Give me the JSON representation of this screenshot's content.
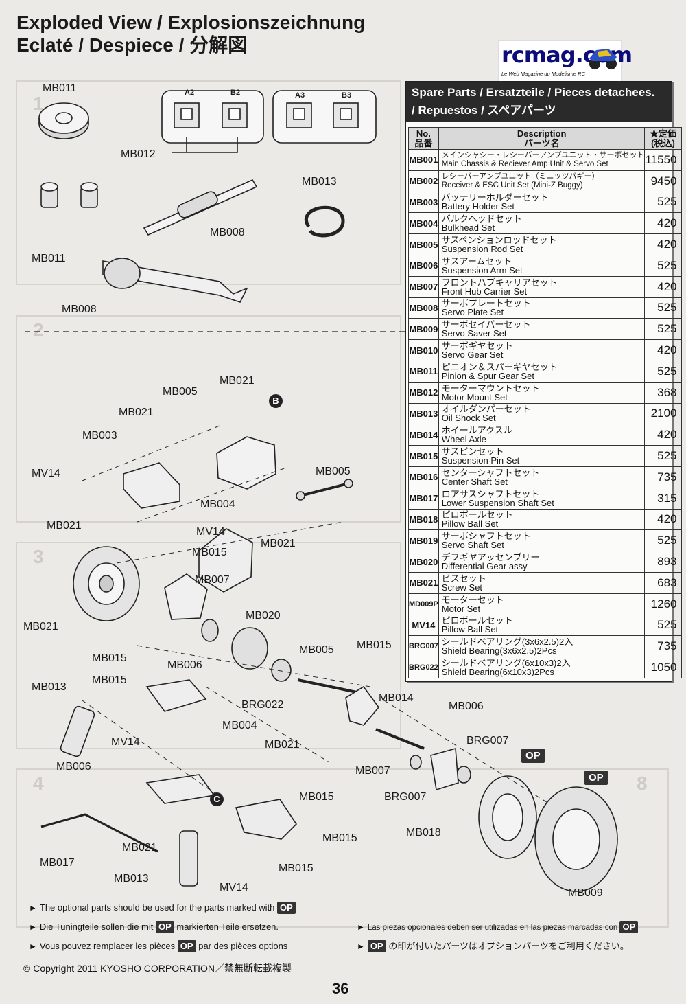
{
  "title": {
    "line1": "Exploded View  /  Explosionszeichnung",
    "line2": "Eclaté  /  Despiece  /  分解図"
  },
  "logo": {
    "main": "rcmag.com",
    "tagline": "Le Web Magazine du Modelisme RC"
  },
  "spare_parts": {
    "heading_line1": "Spare Parts / Ersatzteile / Pieces detachees.",
    "heading_line2": "/ Repuestos  / スペアパーツ",
    "col_no": "No.",
    "col_no_jp": "品番",
    "col_desc": "Description",
    "col_desc_jp": "パーツ名",
    "col_price": "★定価",
    "col_price_jp": "(税込)",
    "rows": [
      {
        "no": "MB001",
        "jp": "メインシャシー・レシーバーアンプユニット・サーボセット",
        "en": "Main Chassis & Reciever Amp Unit & Servo Set",
        "price": "11550"
      },
      {
        "no": "MB002",
        "jp": "レシーバーアンプユニット（ミニッツバギー）",
        "en": "Receiver & ESC Unit Set (Mini-Z Buggy)",
        "price": "9450"
      },
      {
        "no": "MB003",
        "jp": "バッテリーホルダーセット",
        "en": "Battery Holder Set",
        "price": "525"
      },
      {
        "no": "MB004",
        "jp": "バルクヘッドセット",
        "en": "Bulkhead Set",
        "price": "420"
      },
      {
        "no": "MB005",
        "jp": "サスペンションロッドセット",
        "en": "Suspension Rod Set",
        "price": "420"
      },
      {
        "no": "MB006",
        "jp": "サスアームセット",
        "en": "Suspension Arm Set",
        "price": "525"
      },
      {
        "no": "MB007",
        "jp": "フロントハブキャリアセット",
        "en": "Front Hub Carrier Set",
        "price": "420"
      },
      {
        "no": "MB008",
        "jp": "サーボプレートセット",
        "en": "Servo Plate Set",
        "price": "525"
      },
      {
        "no": "MB009",
        "jp": "サーボセイバーセット",
        "en": "Servo Saver Set",
        "price": "525"
      },
      {
        "no": "MB010",
        "jp": "サーボギヤセット",
        "en": "Servo Gear Set",
        "price": "420"
      },
      {
        "no": "MB011",
        "jp": "ピニオン＆スパーギヤセット",
        "en": "Pinion & Spur Gear Set",
        "price": "525"
      },
      {
        "no": "MB012",
        "jp": "モーターマウントセット",
        "en": "Motor Mount Set",
        "price": "368"
      },
      {
        "no": "MB013",
        "jp": "オイルダンパーセット",
        "en": "Oil Shock Set",
        "price": "2100"
      },
      {
        "no": "MB014",
        "jp": "ホイールアクスル",
        "en": "Wheel Axle",
        "price": "420"
      },
      {
        "no": "MB015",
        "jp": "サスピンセット",
        "en": "Suspension Pin Set",
        "price": "525"
      },
      {
        "no": "MB016",
        "jp": "センターシャフトセット",
        "en": "Center Shaft Set",
        "price": "735"
      },
      {
        "no": "MB017",
        "jp": "ロアサスシャフトセット",
        "en": "Lower Suspension Shaft Set",
        "price": "315"
      },
      {
        "no": "MB018",
        "jp": "ピロボールセット",
        "en": "Pillow Ball Set",
        "price": "420"
      },
      {
        "no": "MB019",
        "jp": "サーボシャフトセット",
        "en": "Servo Shaft Set",
        "price": "525"
      },
      {
        "no": "MB020",
        "jp": "デフギヤアッセンブリー",
        "en": "Differential Gear assy",
        "price": "893"
      },
      {
        "no": "MB021",
        "jp": "ビスセット",
        "en": "Screw Set",
        "price": "683"
      },
      {
        "no": "MD009P",
        "jp": "モーターセット",
        "en": "Motor Set",
        "price": "1260"
      },
      {
        "no": "MV14",
        "jp": "ピロボールセット",
        "en": "Pillow Ball Set",
        "price": "525"
      },
      {
        "no": "BRG007",
        "jp": "シールドベアリング(3x6x2.5)2入",
        "en": "Shield Bearing(3x6x2.5)2Pcs",
        "price": "735"
      },
      {
        "no": "BRG022",
        "jp": "シールドベアリング(6x10x3)2入",
        "en": "Shield Bearing(6x10x3)2Pcs",
        "price": "1050"
      }
    ]
  },
  "callouts": {
    "mb011_top": "MB011",
    "mb012": "MB012",
    "a2": "A2",
    "b2": "B2",
    "a3": "A3",
    "b3": "B3",
    "mb013_top": "MB013",
    "mb008_a": "MB008",
    "mb011_bottom": "MB011",
    "mb008_b": "MB008",
    "mb021_a": "MB021",
    "mb005_a": "MB005",
    "mb021_b": "MB021",
    "badge_b": "B",
    "mb003": "MB003",
    "mv14_a": "MV14",
    "mb004_a": "MB004",
    "mb005_b": "MB005",
    "mb021_c": "MB021",
    "mv14_b": "MV14",
    "mb021_d": "MB021",
    "mb015_a": "MB015",
    "mb007_a": "MB007",
    "mb020": "MB020",
    "mb021_e": "MB021",
    "mb015_b": "MB015",
    "mb006_a": "MB006",
    "mb005_c": "MB005",
    "mb015_c": "MB015",
    "mb013_mid": "MB013",
    "mb015_d": "MB015",
    "brg022": "BRG022",
    "mb014": "MB014",
    "mb006_b": "MB006",
    "mv14_c": "MV14",
    "mb004_b": "MB004",
    "mb021_f": "MB021",
    "brg007_a": "BRG007",
    "op_a": "OP",
    "op_b": "OP",
    "mb006_c": "MB006",
    "mb007_b": "MB007",
    "badge_c": "C",
    "mb015_e": "MB015",
    "brg007_b": "BRG007",
    "mb015_f": "MB015",
    "mb018": "MB018",
    "mb021_g": "MB021",
    "mb017": "MB017",
    "mb015_g": "MB015",
    "mb013_bottom": "MB013",
    "mv14_d": "MV14",
    "mb009": "MB009"
  },
  "notes": {
    "en": "The optional parts should be used for the parts marked with",
    "de_pre": "Die Tuningteile sollen die mit",
    "de_post": "markierten Teile ersetzen.",
    "fr_pre": "Vous pouvez remplacer les pièces",
    "fr_post": "par des pièces options",
    "es": "Las piezas opcionales deben ser utilizadas en las piezas marcadas con",
    "jp": "の印が付いたパーツはオプションパーツをご利用ください。",
    "op": "OP"
  },
  "footer": {
    "copyright": "© Copyright 2011 KYOSHO CORPORATION／禁無断転載複製",
    "page_number": "36"
  }
}
